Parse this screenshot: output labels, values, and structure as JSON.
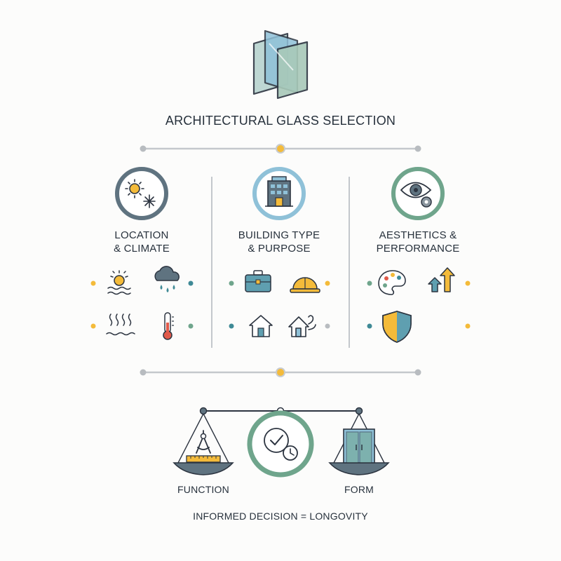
{
  "title": "ARCHITECTURAL GLASS SELECTION",
  "columns": [
    {
      "line1": "LOCATION",
      "line2": "& CLIMATE",
      "icon": "sun-snowflake-icon",
      "sub_icons": [
        "sun-waves-icon",
        "rain-cloud-icon",
        "heat-waves-icon",
        "thermometer-icon"
      ]
    },
    {
      "line1": "BUILDING TYPE",
      "line2": "& PURPOSE",
      "icon": "office-building-icon",
      "sub_icons": [
        "briefcase-icon",
        "hard-hat-icon",
        "house-icon",
        "wind-house-icon"
      ]
    },
    {
      "line1": "AESTHETICS &",
      "line2": "PERFORMANCE",
      "icon": "eye-gear-icon",
      "sub_icons": [
        "palette-icon",
        "up-arrows-icon",
        "shield-icon"
      ]
    }
  ],
  "balance": {
    "left_label": "FUNCTION",
    "right_label": "FORM",
    "left_icon": "compass-ruler-icon",
    "center_icon": "check-clock-icon",
    "right_icon": "glass-door-icon"
  },
  "footer": "INFORMED DECISION = LONGOVITY",
  "colors": {
    "slate": "#5f7380",
    "light_blue": "#8fc1d8",
    "sage_green": "#6fa58c",
    "accent_yellow": "#f4bb3a",
    "teal": "#3f8a96",
    "ink": "#2c3440"
  }
}
